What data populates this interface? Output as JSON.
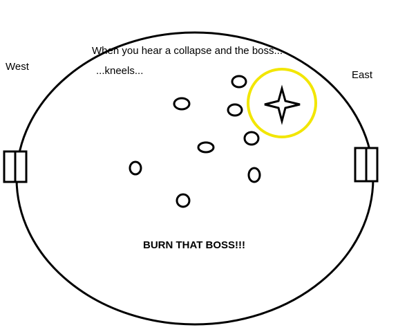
{
  "labels": {
    "west": "West",
    "east": "East",
    "caption_line1": "When you hear a collapse and the boss...",
    "caption_line2": "...kneels...",
    "callout": "BURN THAT BOSS!!!"
  },
  "colors": {
    "outline": "#000000",
    "highlight": "#f2e600",
    "background": "#ffffff"
  },
  "icons": {
    "boss_marker": "four-point-star-icon",
    "player_marker": "player-oval-icon",
    "door": "door-icon"
  }
}
